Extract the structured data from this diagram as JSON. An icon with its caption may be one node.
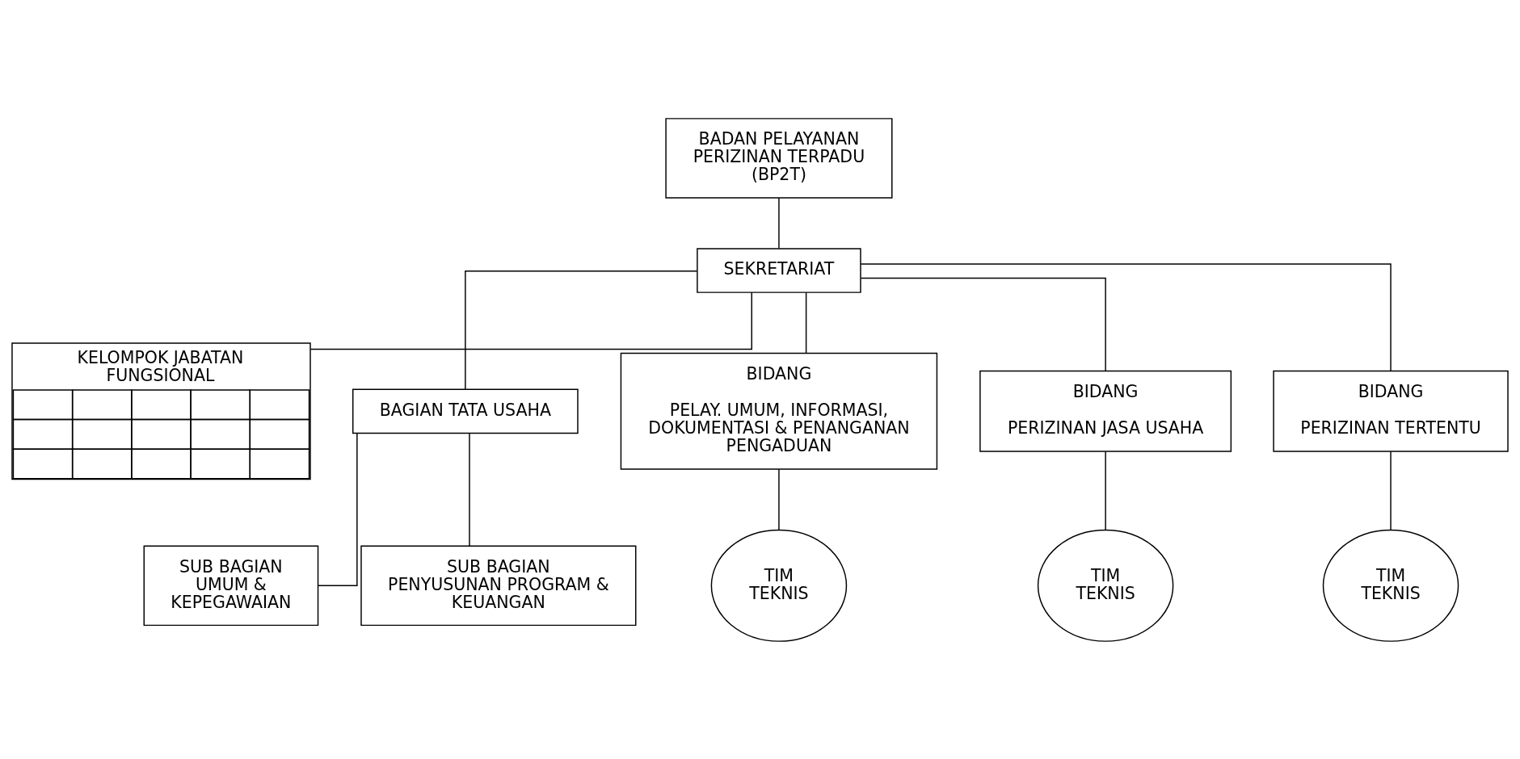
{
  "diagram": {
    "nodes": [
      {
        "text": [
          "BADAN PELAYANAN PERIZINAN TERPADU (BP2T)"
        ]
      },
      {
        "text": [
          "SEKRETARIAT"
        ]
      },
      {
        "text": [
          "KELOMPOK JABATAN FUNGSIONAL"
        ]
      },
      {
        "text": [
          "BAGIAN TATA USAHA"
        ]
      },
      {
        "text": [
          "SUB BAGIAN UMUM & KEPEGAWAIAN"
        ]
      },
      {
        "text": [
          "SUB BAGIAN PENYUSUNAN PROGRAM & KEUANGAN"
        ]
      },
      {
        "text": [
          "BIDANG",
          "PELAY. UMUM, INFORMASI, DOKUMENTASI & PENANGANAN PENGADUAN"
        ]
      },
      {
        "text": [
          "BIDANG",
          "PERIZINAN JASA USAHA"
        ]
      },
      {
        "text": [
          "BIDANG",
          "PERIZINAN TERTENTU"
        ]
      },
      {
        "text": [
          "TIM TEKNIS"
        ]
      },
      {
        "text": [
          "TIM TEKNIS"
        ]
      },
      {
        "text": [
          "TIM TEKNIS"
        ]
      }
    ],
    "edges": [
      {
        "from": 0,
        "to": 1,
        "arrow": "none"
      },
      {
        "from": 1,
        "to": 2,
        "arrow": "none"
      },
      {
        "from": 1,
        "to": 3,
        "arrow": "none"
      },
      {
        "from": 3,
        "to": 4,
        "arrow": "none"
      },
      {
        "from": 3,
        "to": 5,
        "arrow": "none"
      },
      {
        "from": 1,
        "to": 6,
        "arrow": "none"
      },
      {
        "from": 1,
        "to": 7,
        "arrow": "none"
      },
      {
        "from": 1,
        "to": 8,
        "arrow": "none"
      },
      {
        "from": 6,
        "to": 9,
        "arrow": "none"
      },
      {
        "from": 7,
        "to": 10,
        "arrow": "none"
      },
      {
        "from": 8,
        "to": 11,
        "arrow": "none"
      }
    ]
  }
}
